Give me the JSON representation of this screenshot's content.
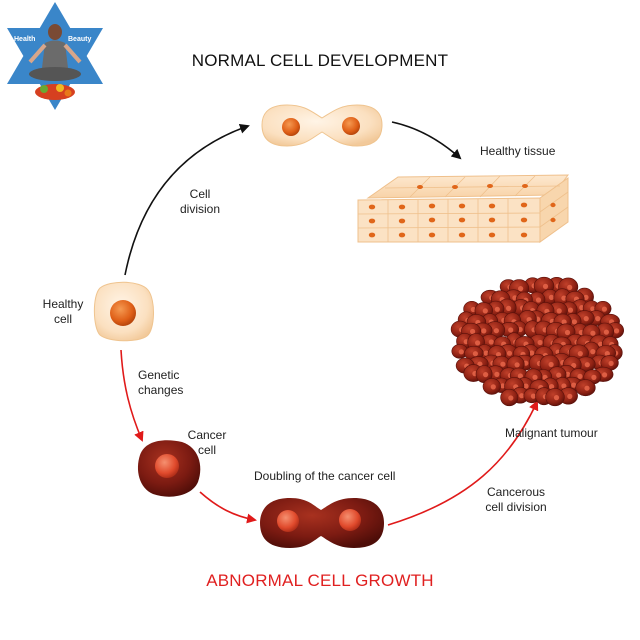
{
  "logo": {
    "left_text": "Health",
    "right_text": "Beauty"
  },
  "titles": {
    "normal": "NORMAL CELL DEVELOPMENT",
    "abnormal": "ABNORMAL CELL GROWTH"
  },
  "labels": {
    "cell_division": [
      "Cell",
      "division"
    ],
    "healthy_tissue": "Healthy tissue",
    "healthy_cell": [
      "Healthy",
      "cell"
    ],
    "genetic_changes": [
      "Genetic",
      "changes"
    ],
    "cancer_cell": [
      "Cancer",
      "cell"
    ],
    "doubling": "Doubling of the cancer cell",
    "cancerous_division": [
      "Cancerous",
      "cell division"
    ],
    "malignant_tumour": "Malignant tumour"
  },
  "colors": {
    "normal_arrow": "#111111",
    "abnormal_arrow": "#e01a1a",
    "healthy_cytoplasm": "#fbe3c6",
    "healthy_nucleus": "#e0661a",
    "cancer_cytoplasm": "#7a1a14",
    "cancer_nucleus": "#e0472a",
    "logo_star": "#3a86c9"
  }
}
